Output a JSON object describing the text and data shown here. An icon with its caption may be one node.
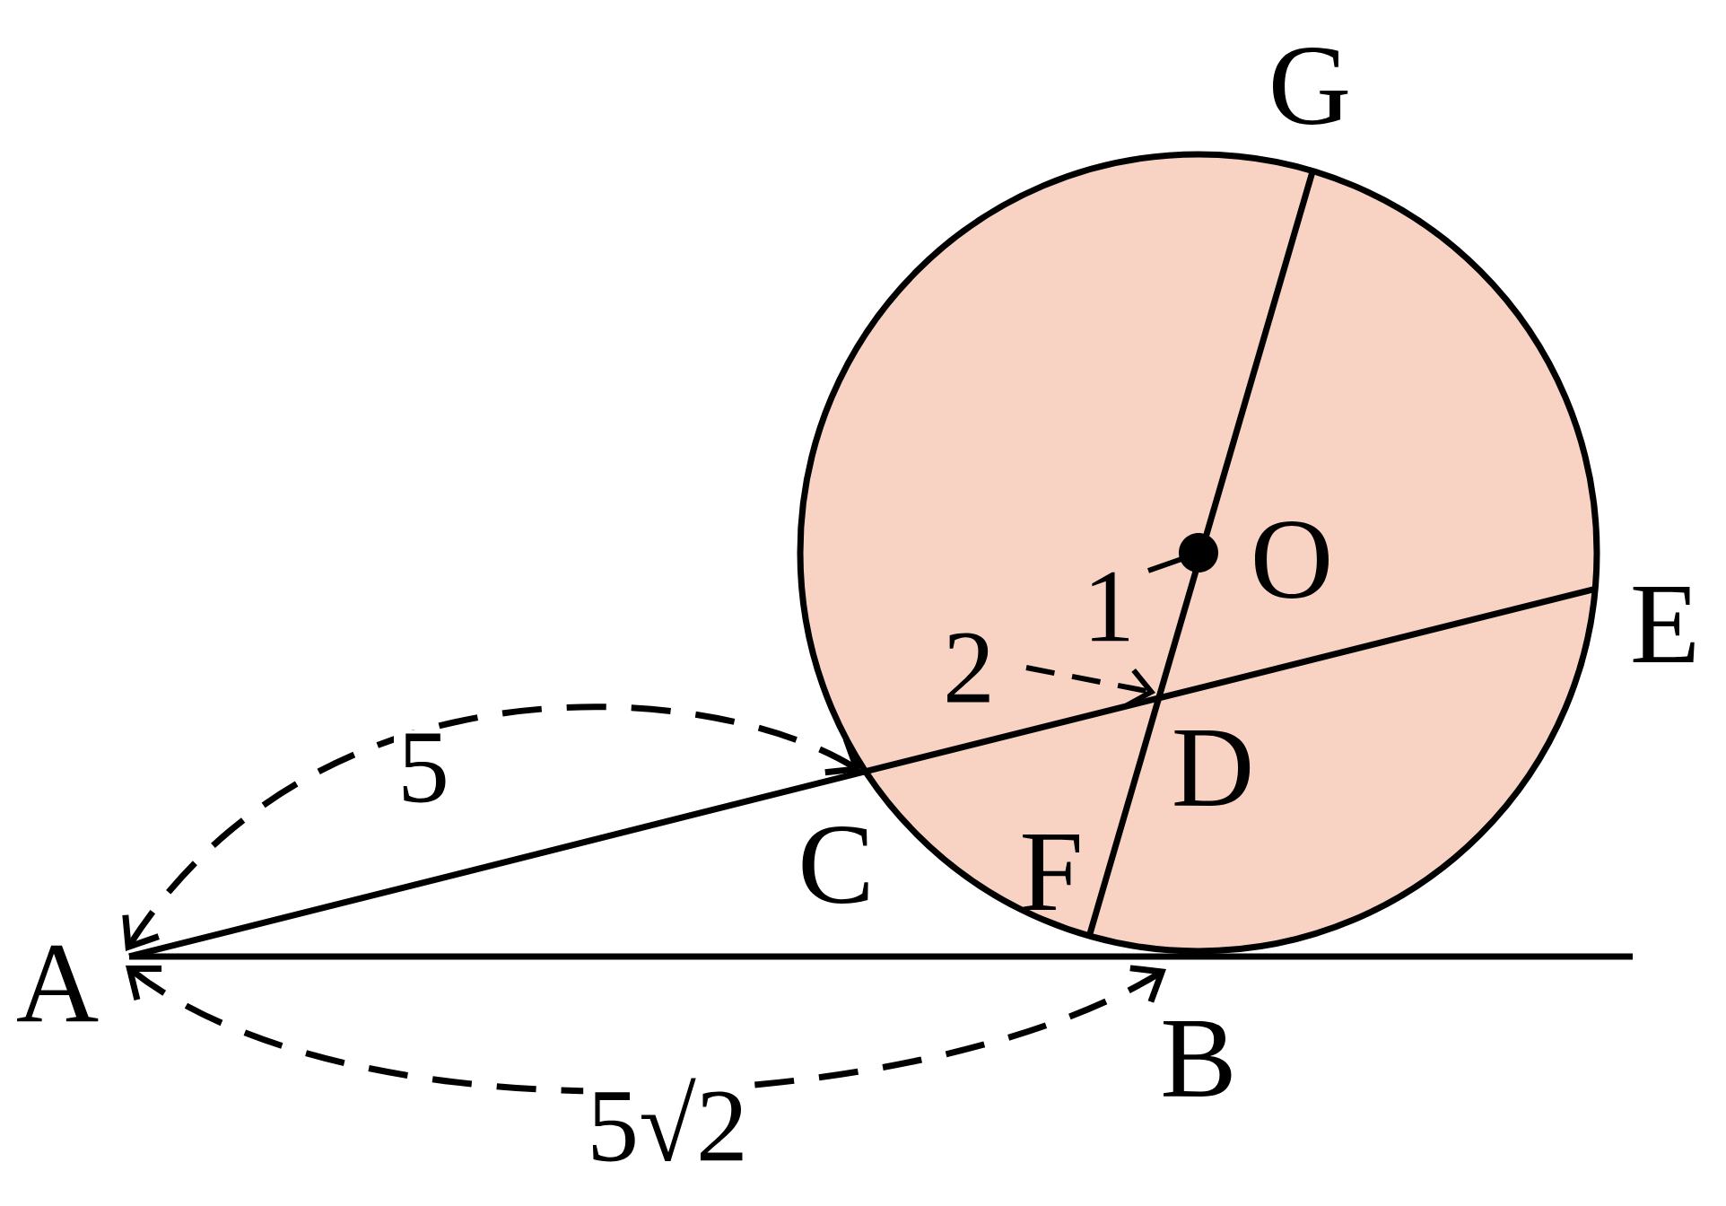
{
  "diagram": {
    "labels": [
      "G",
      "O",
      "E",
      "1",
      "2",
      "5",
      "D",
      "C",
      "F",
      "A",
      "B",
      "5√2"
    ]
  }
}
